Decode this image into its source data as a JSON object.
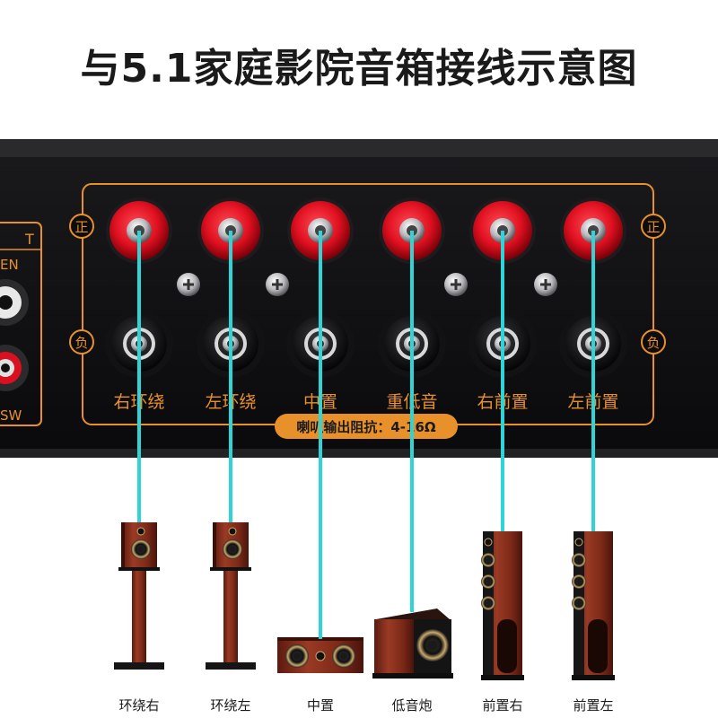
{
  "title": "与5.1家庭影院音箱接线示意图",
  "panel": {
    "positive_label": "正",
    "negative_label": "负",
    "impedance_label": "喇叭输出阻抗：4-16Ω",
    "left_edge_texts": [
      "T",
      "EN",
      "SW"
    ],
    "channels": [
      "右环绕",
      "左环绕",
      "中置",
      "重低音",
      "右前置",
      "左前置"
    ]
  },
  "speakers": [
    "环绕右",
    "环绕左",
    "中置",
    "低音炮",
    "前置右",
    "前置左"
  ],
  "colors": {
    "panel_bg": "#0d0d0f",
    "accent_orange": "#e8902a",
    "binding_red": "#e01020",
    "wire_cyan": "#2fd4d6",
    "wood": "#8a2e1e"
  }
}
